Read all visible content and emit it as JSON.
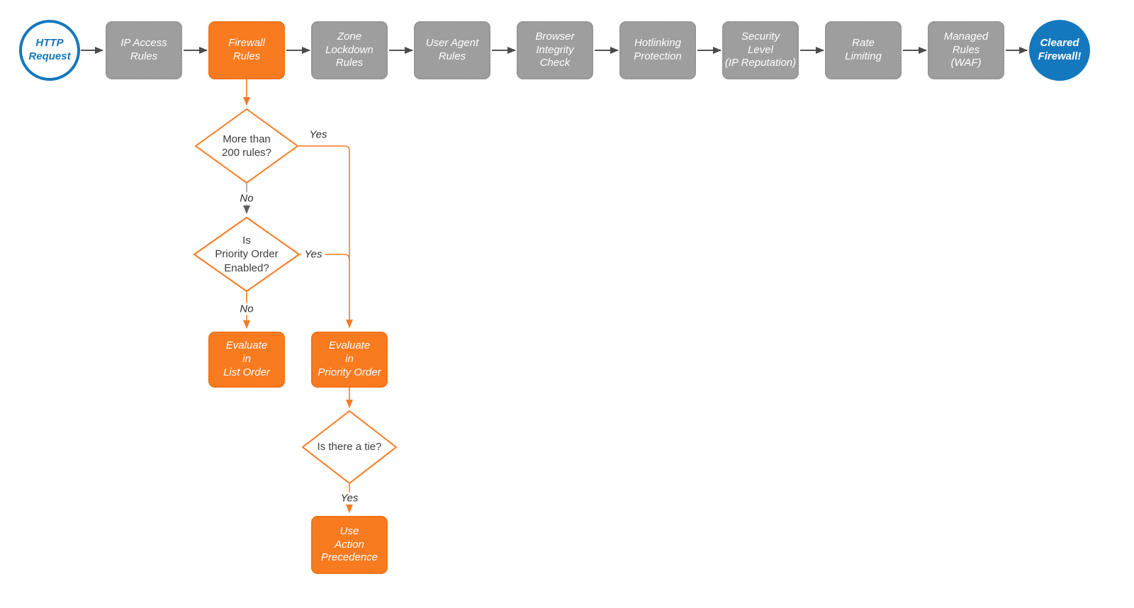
{
  "diagram": {
    "start": {
      "label": "HTTP\nRequest"
    },
    "end": {
      "label": "Cleared\nFirewall!"
    },
    "pipeline": [
      {
        "label": "IP Access\nRules",
        "state": "default"
      },
      {
        "label": "Firewall\nRules",
        "state": "highlighted"
      },
      {
        "label": "Zone\nLockdown\nRules",
        "state": "default"
      },
      {
        "label": "User Agent\nRules",
        "state": "default"
      },
      {
        "label": "Browser\nIntegrity\nCheck",
        "state": "default"
      },
      {
        "label": "Hotlinking\nProtection",
        "state": "default"
      },
      {
        "label": "Security\nLevel\n(IP Reputation)",
        "state": "default"
      },
      {
        "label": "Rate\nLimiting",
        "state": "default"
      },
      {
        "label": "Managed\nRules\n(WAF)",
        "state": "default"
      }
    ],
    "decisions": [
      {
        "label": "More than\n200 rules?"
      },
      {
        "label": "Is\nPriority Order\nEnabled?"
      },
      {
        "label": "Is there a tie?"
      }
    ],
    "actions": [
      {
        "label": "Evaluate\nin\nList Order"
      },
      {
        "label": "Evaluate\nin\nPriority Order"
      },
      {
        "label": "Use\nAction\nPrecedence"
      }
    ],
    "edges": {
      "yes1": "Yes",
      "no1": "No",
      "yes2": "Yes",
      "no2": "No",
      "yes3": "Yes"
    },
    "colors": {
      "orange": "#F97B20",
      "gray": "#9E9E9E",
      "blue": "#1478BE",
      "connector_dark": "#555555"
    }
  }
}
